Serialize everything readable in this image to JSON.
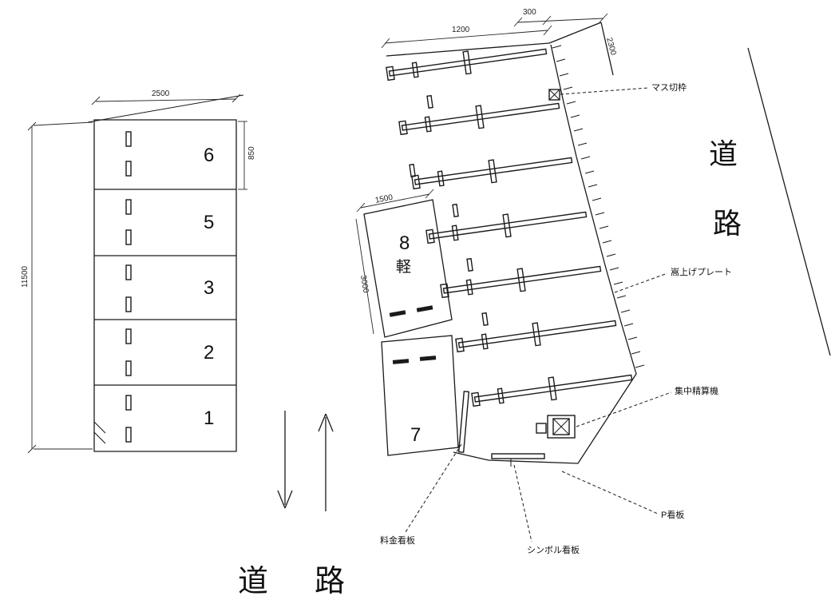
{
  "roads": {
    "right_chars": [
      "道",
      "路"
    ],
    "bottom": "道　路"
  },
  "left_block": {
    "stalls": [
      "6",
      "5",
      "3",
      "2",
      "1"
    ]
  },
  "center": {
    "eight": "8",
    "kei": "軽",
    "seven": "7"
  },
  "annotations": {
    "masu": "マス切枠",
    "plate": "嵩上げプレート",
    "pay": "集中精算機",
    "p_sign": "P看板",
    "fee_sign": "料金看板",
    "symbol_sign": "シンボル看板"
  },
  "dimensions": {
    "left_height": "11500",
    "left_width": "2500",
    "stall6_depth": "850",
    "top_small": "300",
    "top_span": "1200",
    "right_top": "2300",
    "kei_width": "1500",
    "kei_depth": "3000"
  }
}
